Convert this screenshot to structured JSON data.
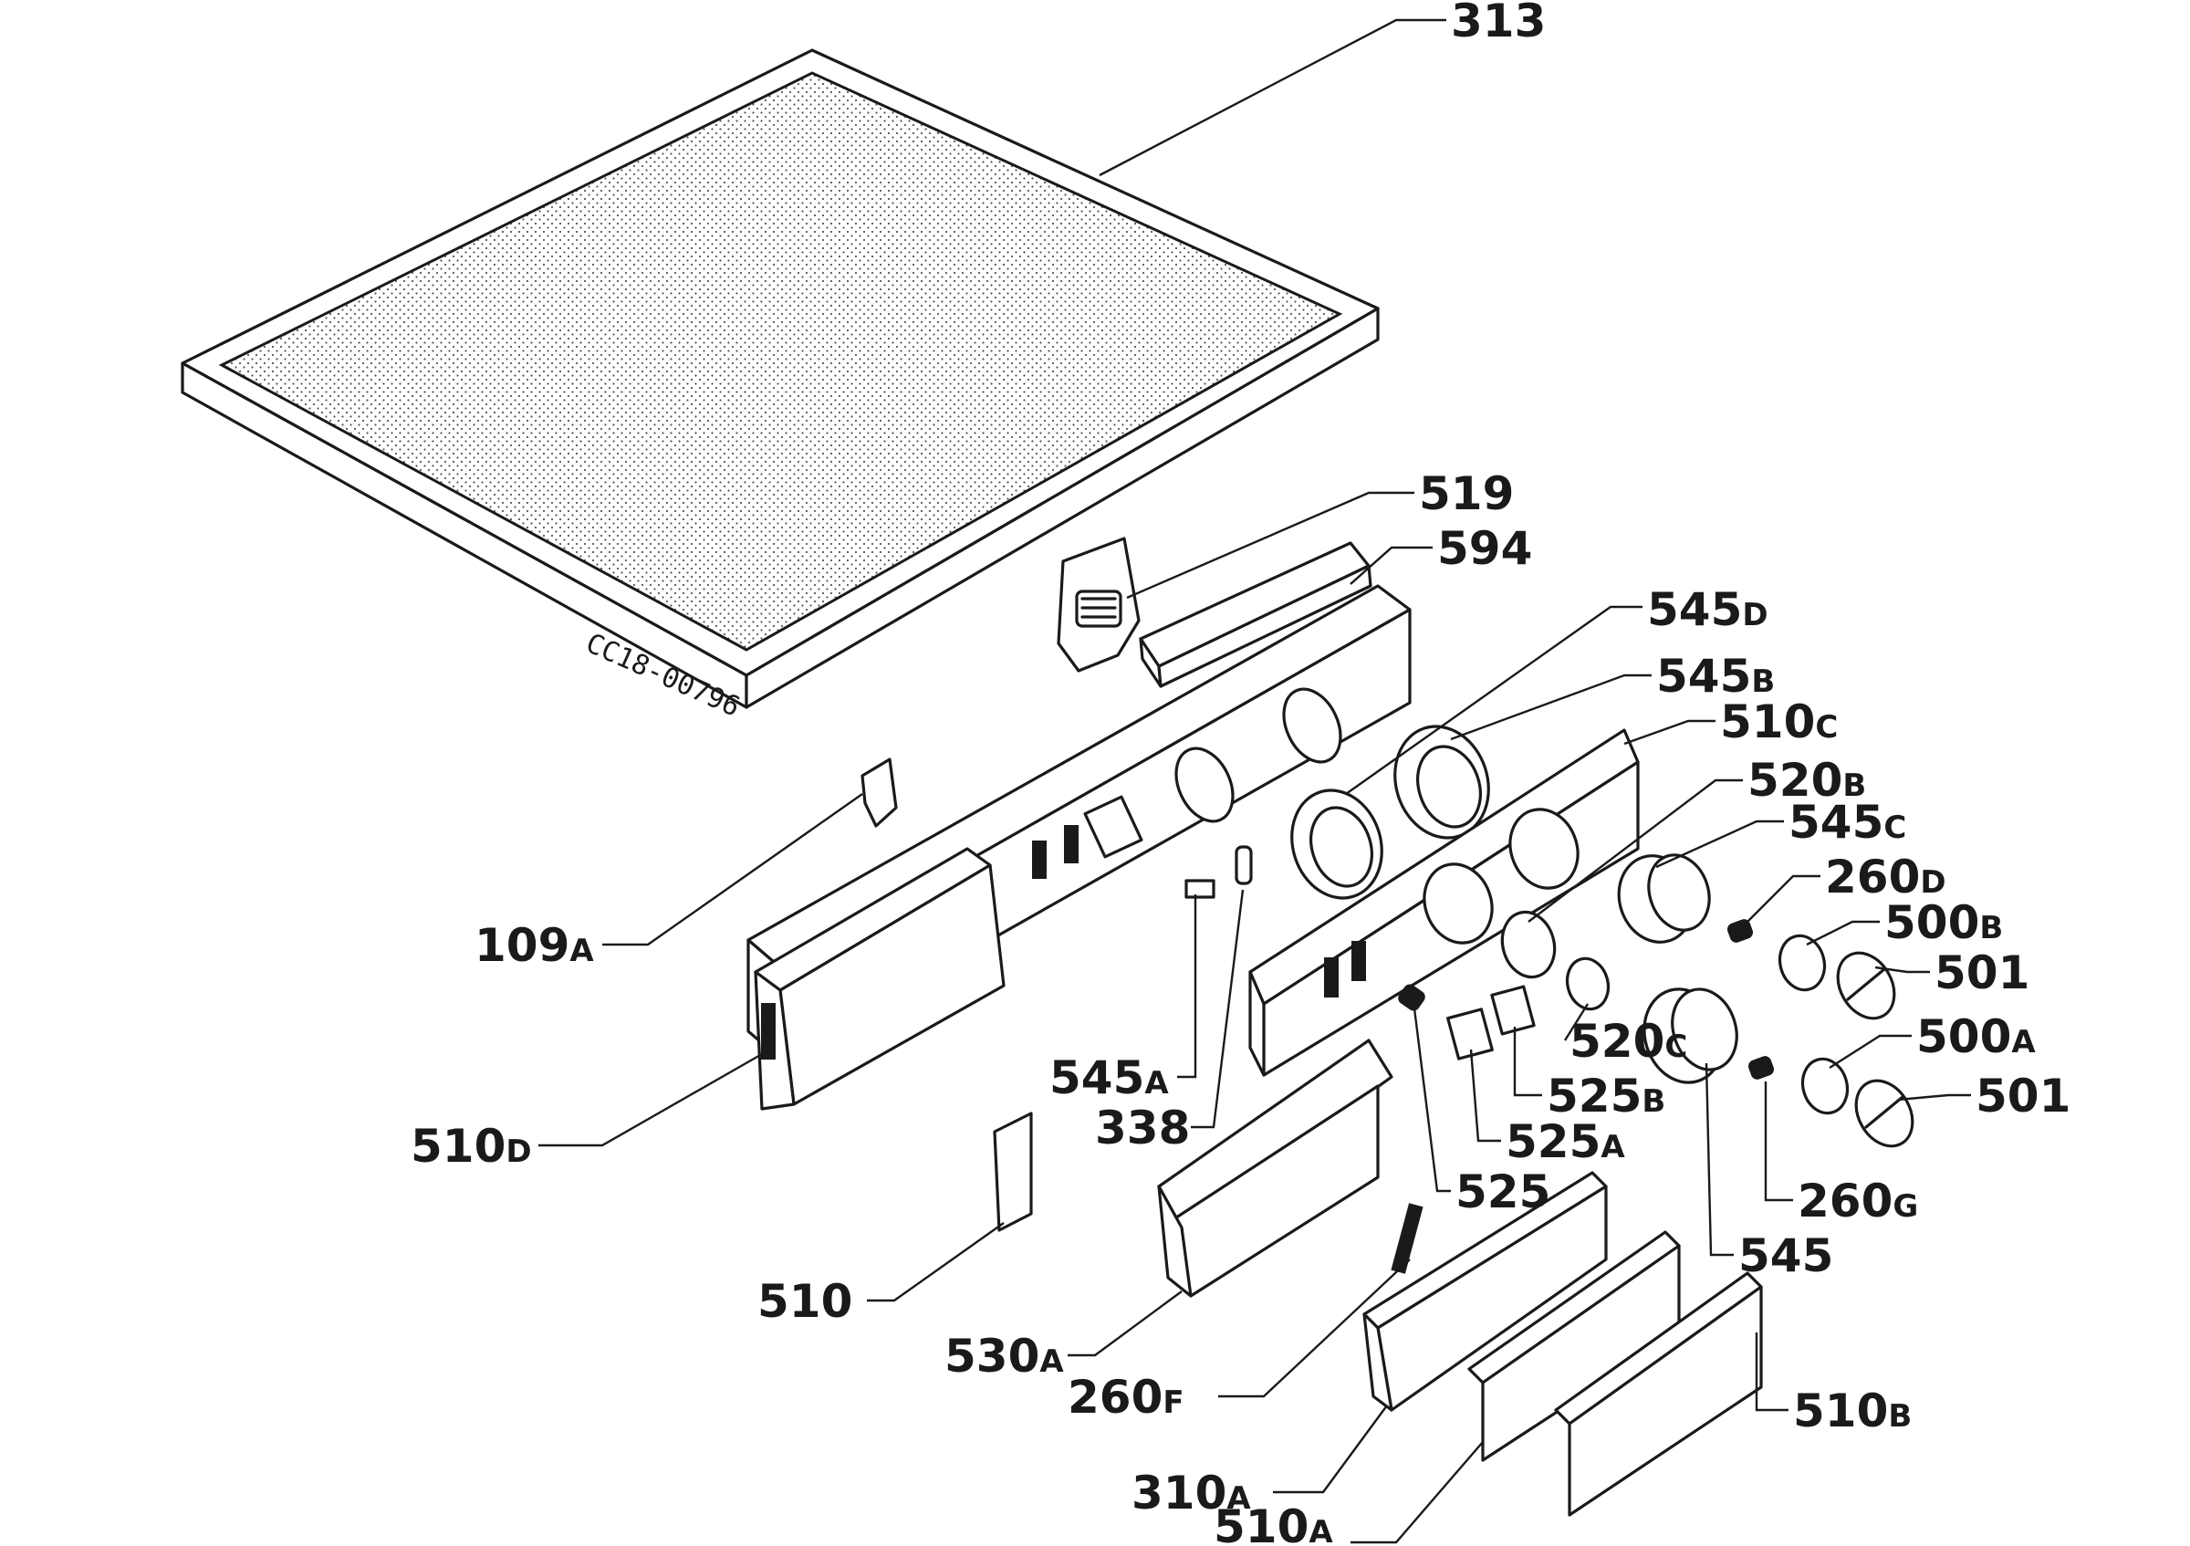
{
  "diagram": {
    "serial_code": "CC18-00796",
    "callouts": [
      {
        "id": "c313",
        "main": "313",
        "sub": ""
      },
      {
        "id": "c519",
        "main": "519",
        "sub": ""
      },
      {
        "id": "c594",
        "main": "594",
        "sub": ""
      },
      {
        "id": "c545d",
        "main": "545",
        "sub": "D"
      },
      {
        "id": "c545b",
        "main": "545",
        "sub": "B"
      },
      {
        "id": "c510c",
        "main": "510",
        "sub": "C"
      },
      {
        "id": "c520b",
        "main": "520",
        "sub": "B"
      },
      {
        "id": "c545c",
        "main": "545",
        "sub": "C"
      },
      {
        "id": "c260d",
        "main": "260",
        "sub": "D"
      },
      {
        "id": "c500b",
        "main": "500",
        "sub": "B"
      },
      {
        "id": "c501a",
        "main": "501",
        "sub": ""
      },
      {
        "id": "c500a",
        "main": "500",
        "sub": "A"
      },
      {
        "id": "c501b",
        "main": "501",
        "sub": ""
      },
      {
        "id": "c260g",
        "main": "260",
        "sub": "G"
      },
      {
        "id": "c545",
        "main": "545",
        "sub": ""
      },
      {
        "id": "c510b",
        "main": "510",
        "sub": "B"
      },
      {
        "id": "c109a",
        "main": "109",
        "sub": "A"
      },
      {
        "id": "c510d",
        "main": "510",
        "sub": "D"
      },
      {
        "id": "c545a",
        "main": "545",
        "sub": "A"
      },
      {
        "id": "c338",
        "main": "338",
        "sub": ""
      },
      {
        "id": "c520c",
        "main": "520",
        "sub": "C"
      },
      {
        "id": "c525b",
        "main": "525",
        "sub": "B"
      },
      {
        "id": "c525a",
        "main": "525",
        "sub": "A"
      },
      {
        "id": "c525",
        "main": "525",
        "sub": ""
      },
      {
        "id": "c510",
        "main": "510",
        "sub": ""
      },
      {
        "id": "c530a",
        "main": "530",
        "sub": "A"
      },
      {
        "id": "c260f",
        "main": "260",
        "sub": "F"
      },
      {
        "id": "c310a",
        "main": "310",
        "sub": "A"
      },
      {
        "id": "c510a",
        "main": "510",
        "sub": "A"
      }
    ]
  }
}
